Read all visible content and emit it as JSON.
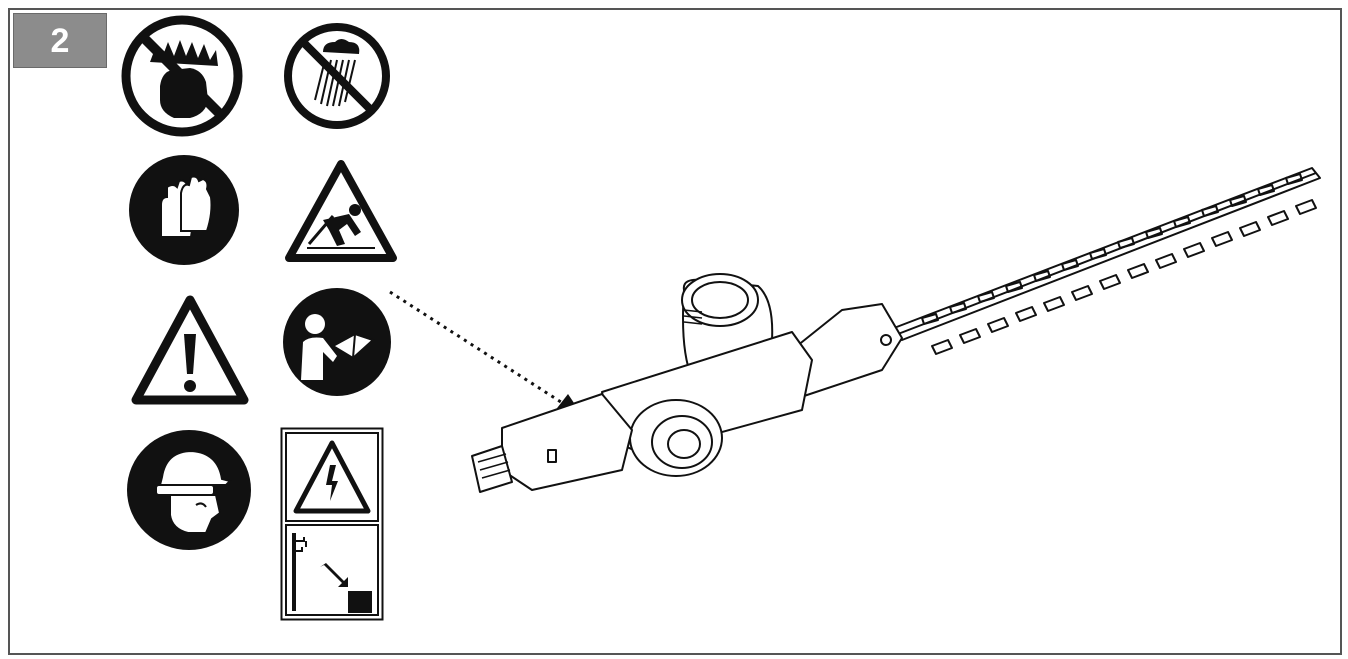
{
  "figure": {
    "step_number": "2",
    "colors": {
      "frame": "#555555",
      "badge": "#8c8c8c",
      "ink": "#111111",
      "paper": "#ffffff"
    },
    "symbols": [
      {
        "id": "no-hands-near-blade-icon"
      },
      {
        "id": "no-rain-icon"
      },
      {
        "id": "wear-gloves-icon"
      },
      {
        "id": "falling-object-warning-icon"
      },
      {
        "id": "general-warning-icon"
      },
      {
        "id": "read-manual-icon"
      },
      {
        "id": "wear-helmet-goggles-icon"
      },
      {
        "id": "electric-hazard-distance-label"
      }
    ],
    "illustration": "pole-hedge-trimmer-attachment"
  }
}
